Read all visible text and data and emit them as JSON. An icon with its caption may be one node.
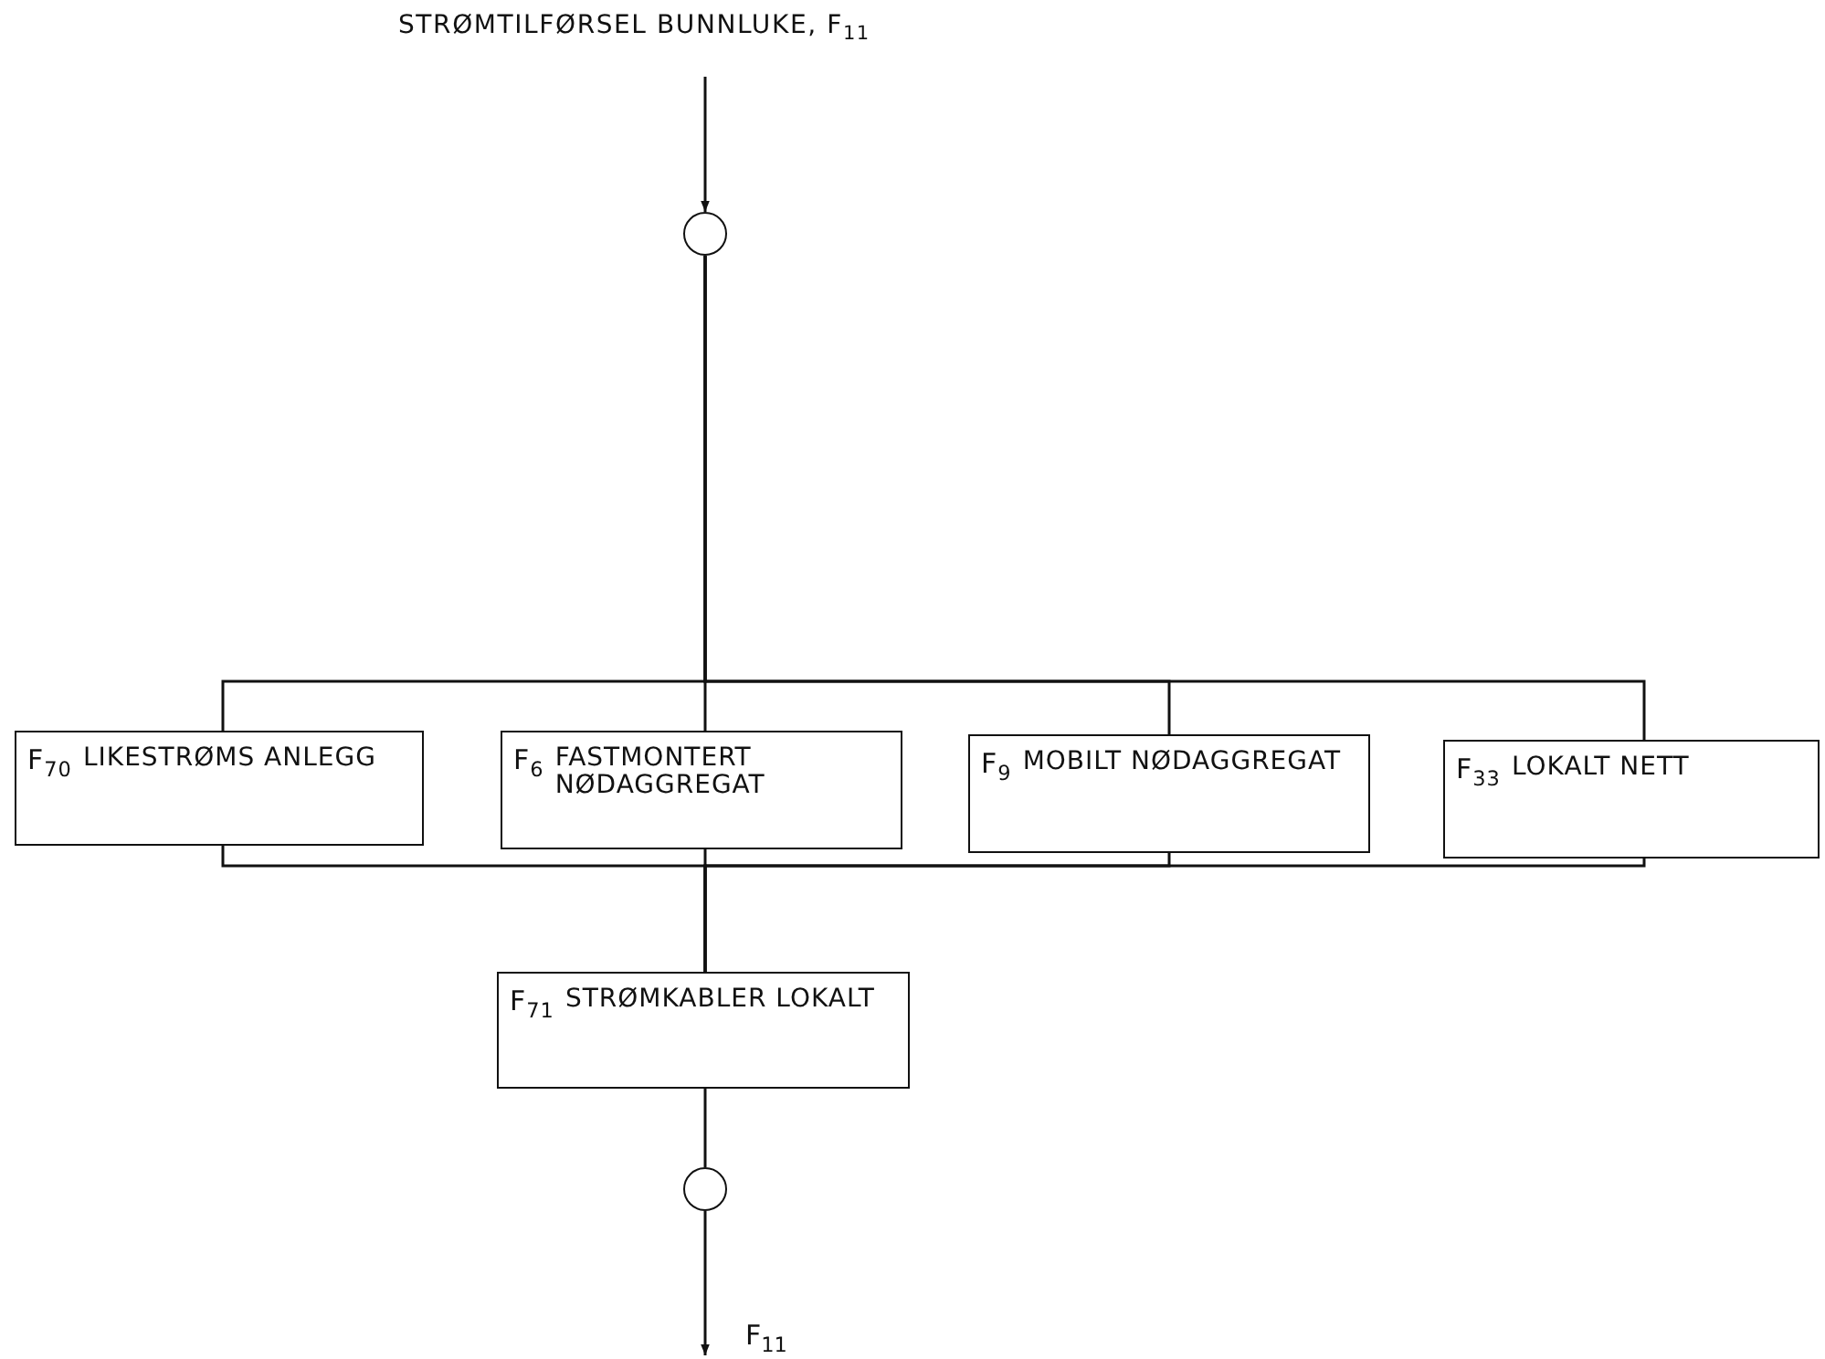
{
  "diagram": {
    "nodes": [
      {
        "text": [
          "STRØMTILFØRSEL BUNNLUKE, F$_{11}$"
        ]
      },
      {
        "text": [],
        "shape": "circle"
      },
      {
        "text": [
          "F$_{70}$",
          "LIKESTRØMS ANLEGG"
        ]
      },
      {
        "text": [
          "F$_{6}$",
          "FASTMONTERT NØDAGGREGAT"
        ]
      },
      {
        "text": [
          "F$_{9}$",
          "MOBILT NØDAGGREGAT"
        ]
      },
      {
        "text": [
          "F$_{33}$",
          "LOKALT NETT"
        ]
      },
      {
        "text": [
          "F$_{71}$",
          "STRØMKABLER LOKALT"
        ]
      },
      {
        "text": [],
        "shape": "circle"
      }
    ],
    "edges": [
      {
        "from": 0,
        "to": 1,
        "arrow": "to"
      },
      {
        "from": 1,
        "to": 2,
        "arrow": "none"
      },
      {
        "from": 1,
        "to": 3,
        "arrow": "none"
      },
      {
        "from": 1,
        "to": 4,
        "arrow": "none"
      },
      {
        "from": 1,
        "to": 5,
        "arrow": "none"
      },
      {
        "from": 2,
        "to": 6,
        "arrow": "none"
      },
      {
        "from": 3,
        "to": 6,
        "arrow": "none"
      },
      {
        "from": 4,
        "to": 6,
        "arrow": "none"
      },
      {
        "from": 5,
        "to": 6,
        "arrow": "none"
      },
      {
        "from": 6,
        "to": 7,
        "arrow": "none"
      },
      {
        "from": 7,
        "to": null,
        "arrow": "to"
      }
    ],
    "labels": [
      "F$_{11}$"
    ]
  }
}
